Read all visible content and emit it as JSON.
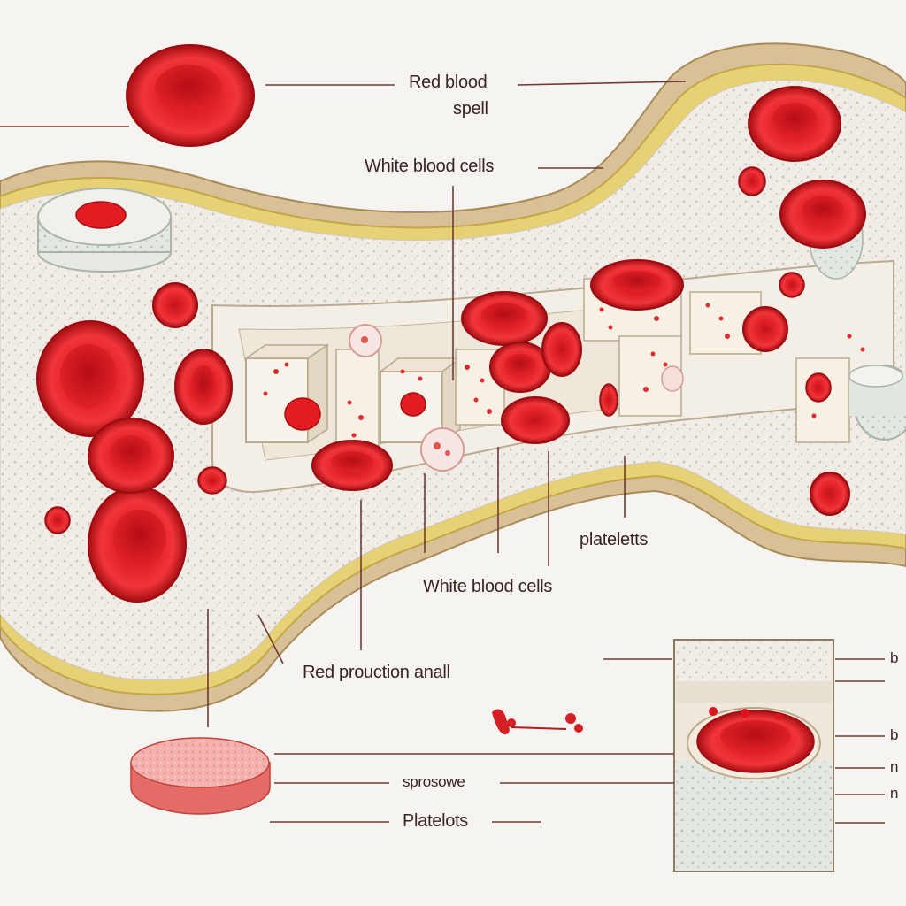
{
  "labels": {
    "red_blood_line1": "Red blood",
    "red_blood_line2": "spell",
    "white_blood_top": "White blood cells",
    "platelets_right": "plateletts",
    "white_blood_mid": "White blood cells",
    "red_production": "Red prouction anall",
    "sprosowe": "sprosowe",
    "platelots": "Platelots",
    "inset_label_1": "b",
    "inset_label_2": "b",
    "inset_label_3": "n",
    "inset_label_4": "n"
  },
  "colors": {
    "background": "#f6f4f1",
    "bone_outer": "#d6bf93",
    "periosteum": "#e6cf6e",
    "marrow": "#f0ebe1",
    "red_cell": "#e21b1d",
    "red_cell_dark": "#a80e12",
    "leader_line": "#6e3a36"
  }
}
